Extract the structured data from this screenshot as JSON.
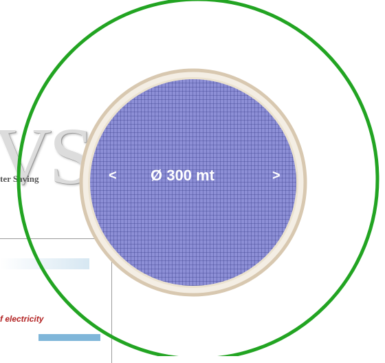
{
  "background": {
    "logo_text": "VS",
    "tagline": "ter Saving",
    "caption": "f electricity"
  },
  "diagram": {
    "diameter_label": "Ø 300 mt",
    "arrow_left": "<",
    "arrow_right": ">",
    "colors": {
      "outer_ring": "#22a422",
      "panel_fill": "#8d8fd6",
      "panel_grid": "#3b3f8c",
      "rim": "#d8c8b0"
    }
  }
}
